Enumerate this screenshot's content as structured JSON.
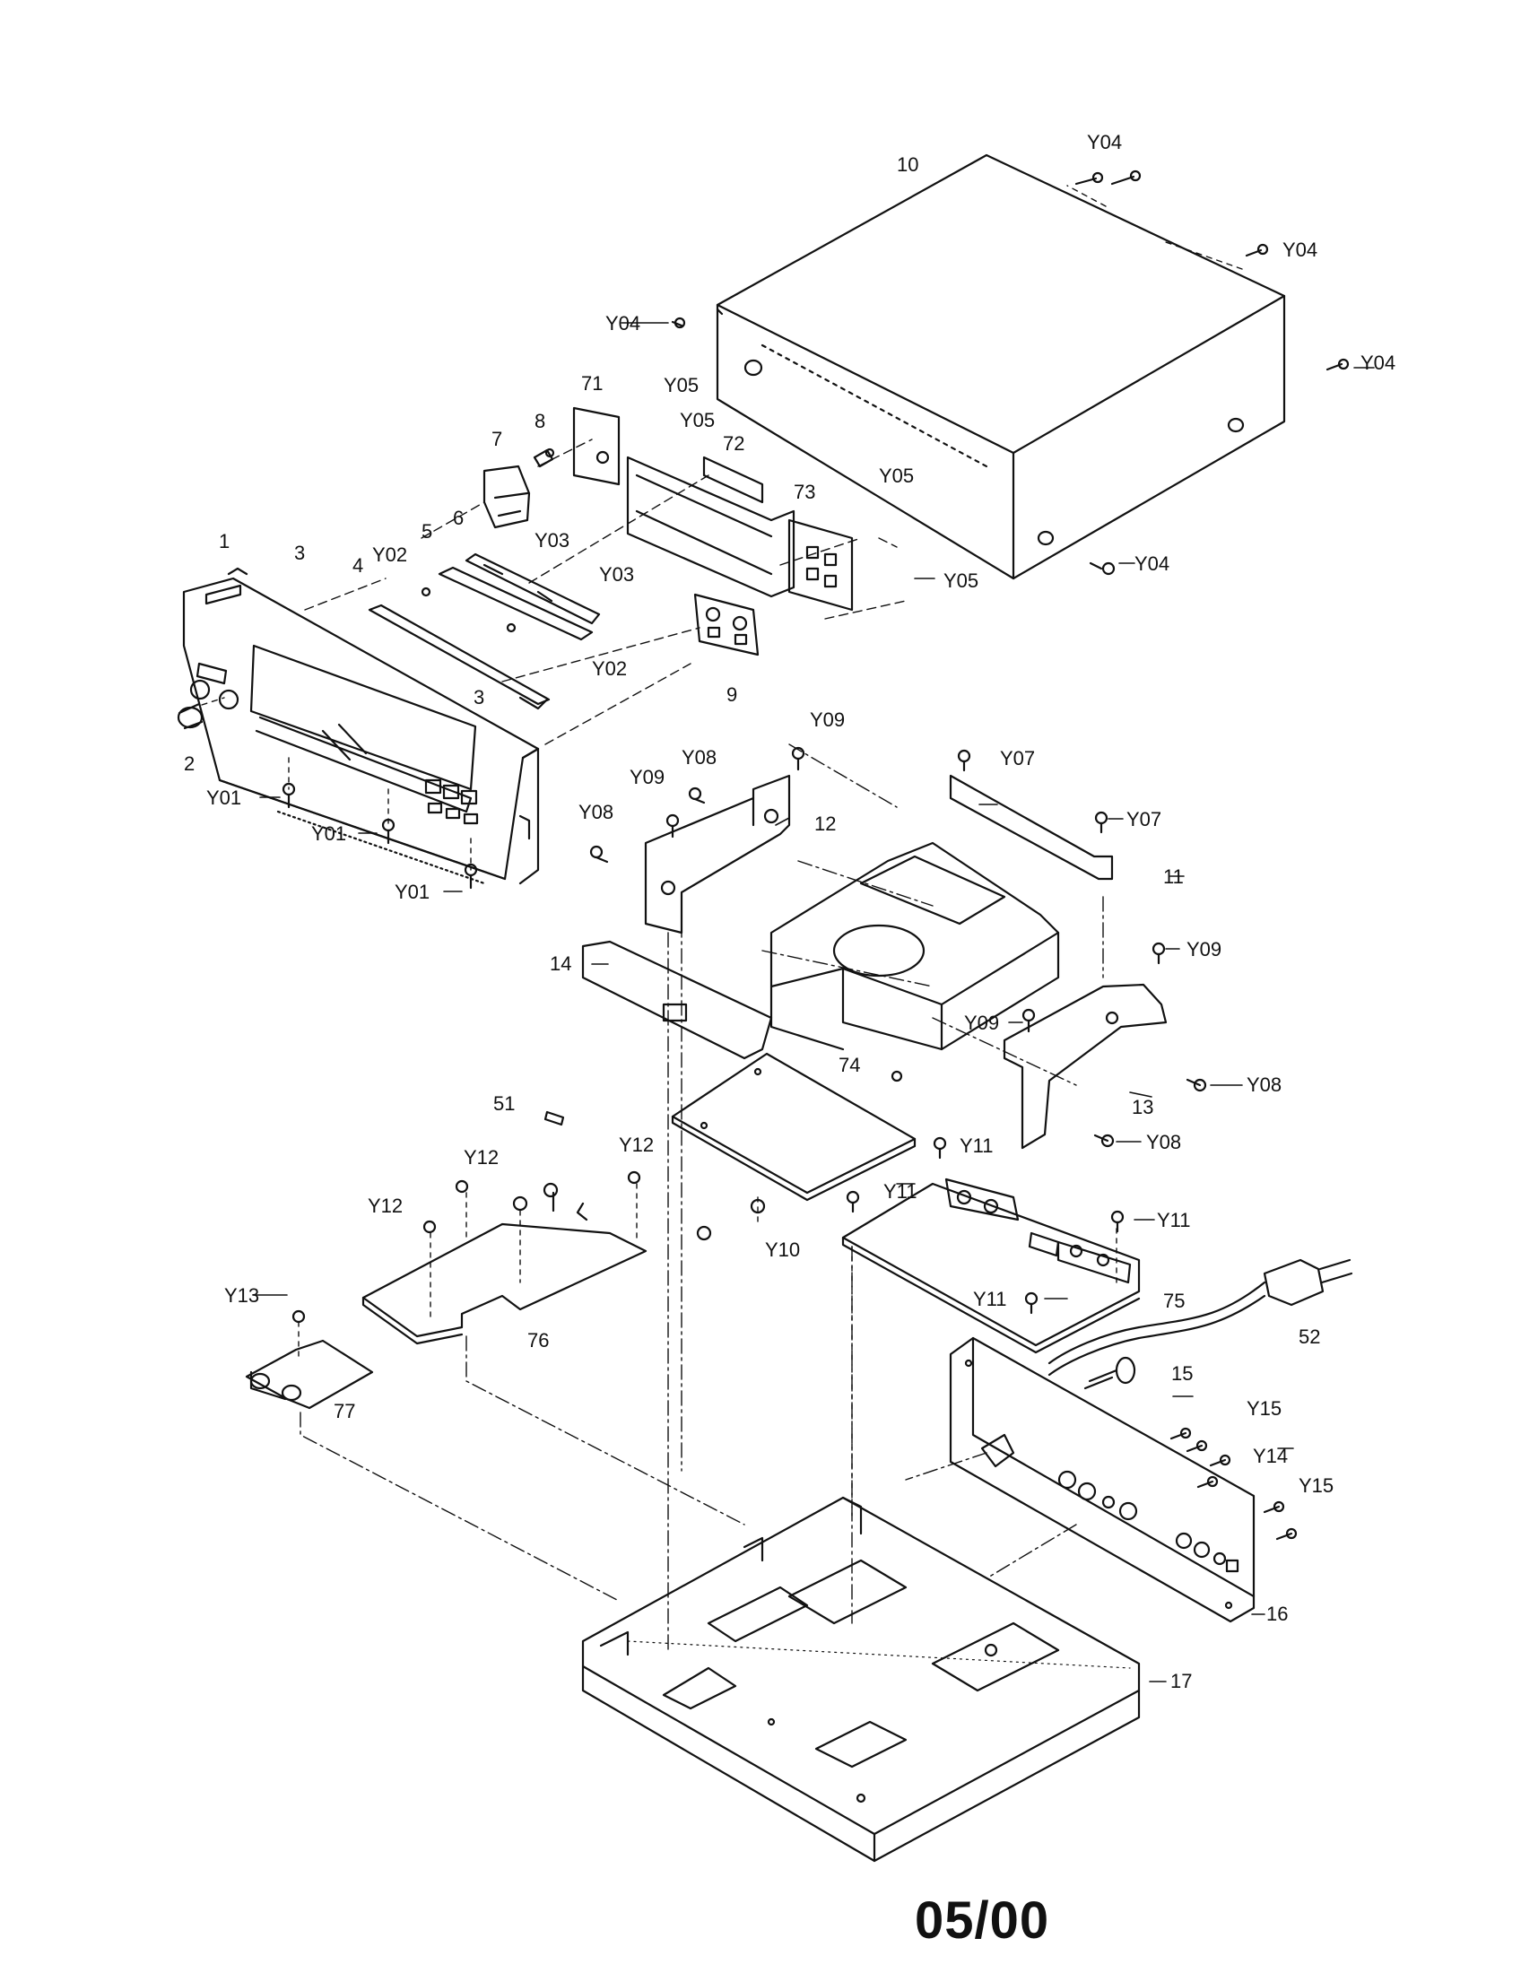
{
  "diagram": {
    "labels": {
      "l_10": "10",
      "l_y04_a": "Y04",
      "l_y04_b": "Y04",
      "l_y04_c": "Y04",
      "l_y04_d": "Y04",
      "l_y04_e": "Y04",
      "l_71": "71",
      "l_y05_a": "Y05",
      "l_y05_b": "Y05",
      "l_8": "8",
      "l_72": "72",
      "l_7": "7",
      "l_y05_c": "Y05",
      "l_73": "73",
      "l_y05_d": "Y05",
      "l_1": "1",
      "l_3_a": "3",
      "l_5": "5",
      "l_6": "6",
      "l_y03_a": "Y03",
      "l_y02_a": "Y02",
      "l_4": "4",
      "l_y03_b": "Y03",
      "l_y02_b": "Y02",
      "l_3_b": "3",
      "l_9": "9",
      "l_2": "2",
      "l_y01_a": "Y01",
      "l_y01_b": "Y01",
      "l_y01_c": "Y01",
      "l_y09_a": "Y09",
      "l_y08_a": "Y08",
      "l_y09_b": "Y09",
      "l_12": "12",
      "l_y08_b": "Y08",
      "l_y07_a": "Y07",
      "l_y07_b": "Y07",
      "l_11": "11",
      "l_14": "14",
      "l_y09_c": "Y09",
      "l_y09_d": "Y09",
      "l_74": "74",
      "l_13": "13",
      "l_y08_c": "Y08",
      "l_y08_d": "Y08",
      "l_51": "51",
      "l_y12_a": "Y12",
      "l_y12_b": "Y12",
      "l_y12_c": "Y12",
      "l_y11_a": "Y11",
      "l_y11_b": "Y11",
      "l_y11_c": "Y11",
      "l_y11_d": "Y11",
      "l_y10": "Y10",
      "l_76": "76",
      "l_75": "75",
      "l_52": "52",
      "l_y13": "Y13",
      "l_77": "77",
      "l_15": "15",
      "l_y15_a": "Y15",
      "l_y14": "Y14",
      "l_y15_b": "Y15",
      "l_16": "16",
      "l_17": "17"
    },
    "footer_code": "05/00"
  }
}
